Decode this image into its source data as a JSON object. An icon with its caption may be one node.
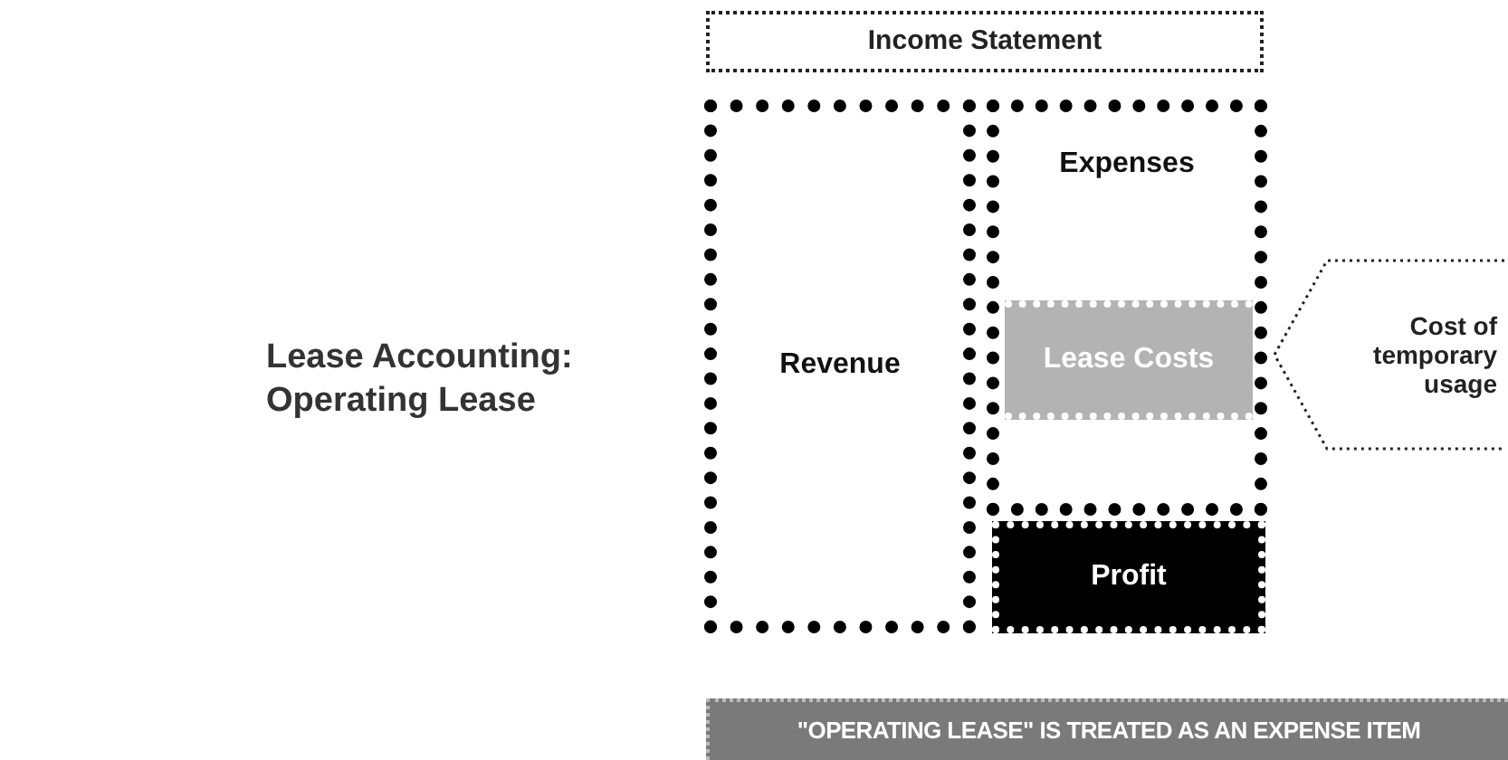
{
  "diagram": {
    "title": "Lease Accounting: Operating Lease",
    "nodes": [
      {
        "text": [
          "Income Statement"
        ]
      },
      {
        "text": [
          "Revenue"
        ]
      },
      {
        "text": [
          "Expenses"
        ]
      },
      {
        "text": [
          "Lease Costs"
        ],
        "in": 2
      },
      {
        "text": [
          "Profit"
        ]
      },
      {
        "text": [
          "Cost of temporary usage"
        ]
      },
      {
        "text": [
          "\"OPERATING LEASE\" IS TREATED AS AN EXPENSE ITEM"
        ]
      }
    ]
  }
}
